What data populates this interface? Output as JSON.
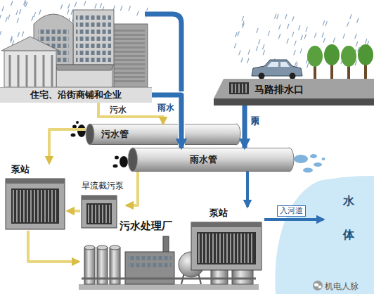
{
  "diagram": {
    "nodes": [
      {
        "text": [
          "住宅、沿街商铺和企业"
        ]
      },
      {
        "text": [
          "马路排水口"
        ]
      },
      {
        "text": [
          "污水管"
        ]
      },
      {
        "text": [
          "雨水管"
        ]
      },
      {
        "text": [
          "泵站"
        ]
      },
      {
        "text": [
          "旱流截污泵"
        ]
      },
      {
        "text": [
          "污水处理厂"
        ]
      },
      {
        "text": [
          "泵站"
        ]
      },
      {
        "text": [
          "水 体"
        ]
      }
    ],
    "edges": [
      {
        "from": 0,
        "to": 2,
        "label": "污水",
        "arrow": "to"
      },
      {
        "from": 0,
        "to": 3,
        "label": "雨水",
        "arrow": "to"
      },
      {
        "from": 1,
        "to": 3,
        "label": "雨水",
        "arrow": "to"
      },
      {
        "from": 2,
        "to": 4,
        "arrow": "to"
      },
      {
        "from": 3,
        "to": 5,
        "arrow": "to"
      },
      {
        "from": 5,
        "to": 4,
        "arrow": "to"
      },
      {
        "from": 4,
        "to": 6,
        "arrow": "to"
      },
      {
        "from": 3,
        "to": 7,
        "arrow": "to"
      },
      {
        "from": 7,
        "to": 8,
        "label": "入河道",
        "arrow": "to"
      }
    ],
    "labels": [
      "机电人脉"
    ]
  }
}
